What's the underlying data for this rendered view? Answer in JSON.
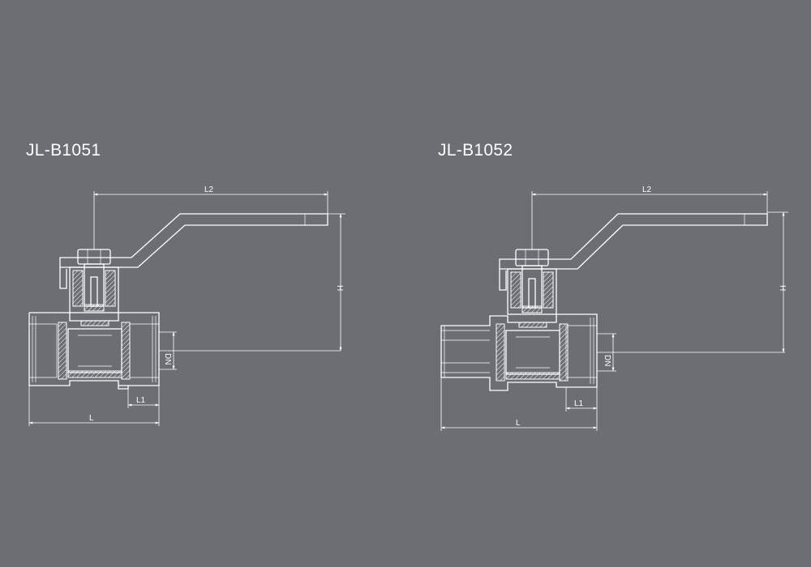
{
  "drawings": [
    {
      "model": "JL-B1051",
      "labels": {
        "L2": "L2",
        "H": "H",
        "DN": "DN",
        "L1": "L1",
        "L": "L"
      }
    },
    {
      "model": "JL-B1052",
      "labels": {
        "L2": "L2",
        "H": "H",
        "DN": "DN",
        "L1": "L1",
        "L": "L"
      }
    }
  ],
  "colors": {
    "background": "#6b6e73",
    "line": "#ffffff"
  }
}
